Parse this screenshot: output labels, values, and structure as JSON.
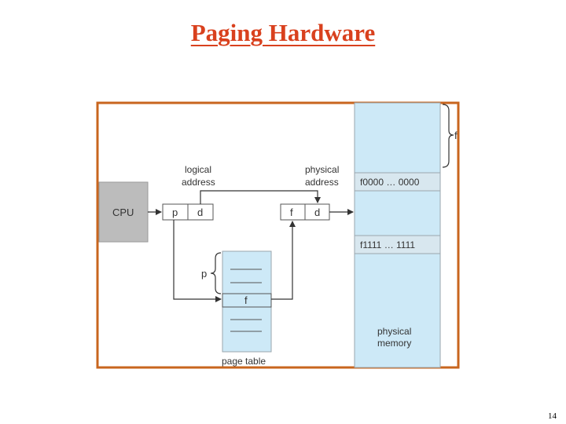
{
  "slide": {
    "title": "Paging Hardware",
    "page_number": "14"
  },
  "diagram": {
    "cpu_label": "CPU",
    "logical_address_label": [
      "logical",
      "address"
    ],
    "physical_address_label": [
      "physical",
      "address"
    ],
    "logical_fields": [
      "p",
      "d"
    ],
    "physical_fields": [
      "f",
      "d"
    ],
    "page_table_index_label": "p",
    "page_table_entry_label": "f",
    "page_table_label": "page table",
    "frame_start_address": "f0000 … 0000",
    "frame_end_address": "f1111 … 1111",
    "physical_memory_label": [
      "physical",
      "memory"
    ],
    "frame_brace_label": "f",
    "colors": {
      "frame_border": "#c8651e",
      "cpu_fill": "#bcbcbc",
      "memory_fill": "#cde9f7",
      "title": "#d9411e"
    }
  }
}
